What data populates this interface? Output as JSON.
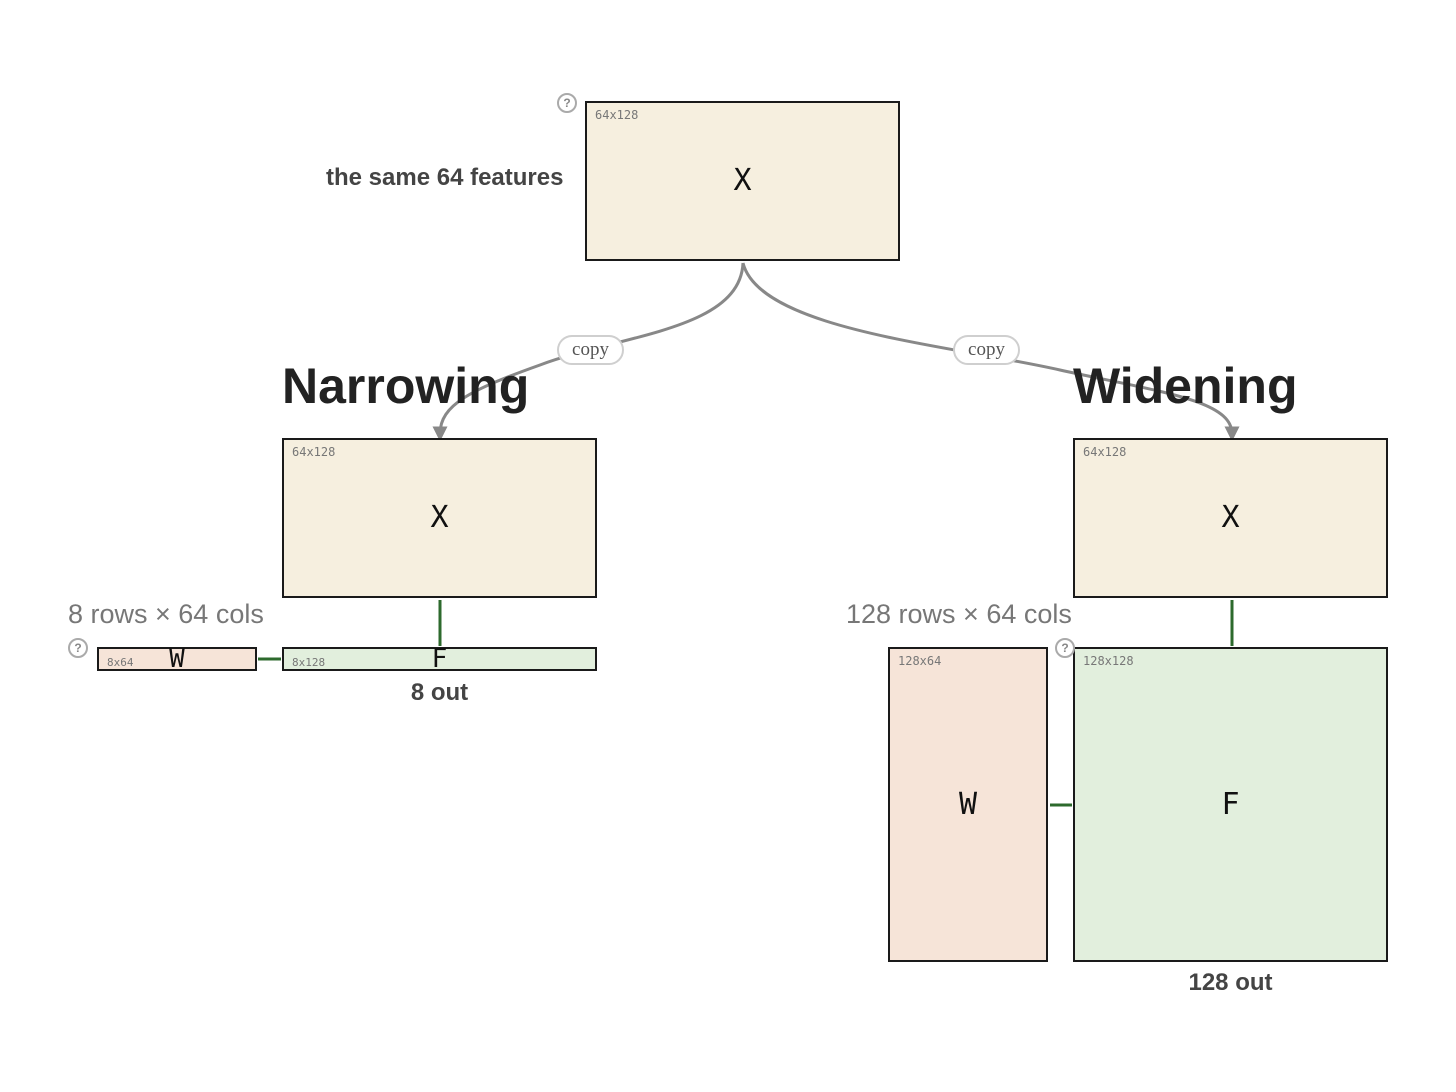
{
  "source": {
    "note": "the same 64 features",
    "matrix": {
      "dims": "64x128",
      "symbol": "X"
    },
    "help": "?"
  },
  "edges": {
    "left_label": "copy",
    "right_label": "copy"
  },
  "narrowing": {
    "title": "Narrowing",
    "x": {
      "dims": "64x128",
      "symbol": "X"
    },
    "w_shape": "8 rows × 64 cols",
    "help": "?",
    "w": {
      "dims": "8x64",
      "symbol": "W"
    },
    "f": {
      "dims": "8x128",
      "symbol": "F"
    },
    "out": "8 out"
  },
  "widening": {
    "title": "Widening",
    "x": {
      "dims": "64x128",
      "symbol": "X"
    },
    "w_shape": "128 rows × 64 cols",
    "help": "?",
    "w": {
      "dims": "128x64",
      "symbol": "W"
    },
    "f": {
      "dims": "128x128",
      "symbol": "F"
    },
    "out": "128 out"
  },
  "colors": {
    "x_fill": "#f6efdf",
    "w_fill": "#f6e4d8",
    "f_fill": "#e2efdd",
    "edge": "#888888",
    "connector": "#2d6a2d"
  }
}
